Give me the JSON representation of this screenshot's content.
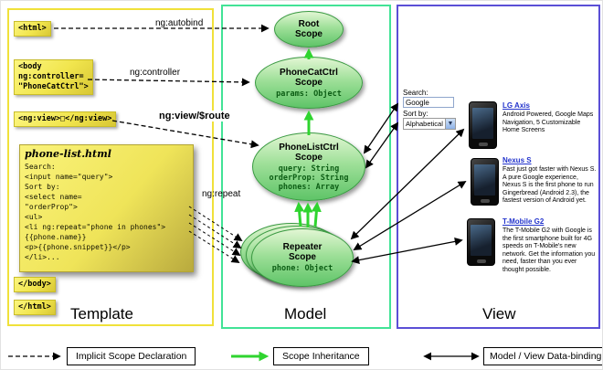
{
  "template_panel": {
    "label": "Template",
    "html_open": "<html>",
    "body_open": "<body\nng:controller=\n\"PhoneCatCtrl\">",
    "ng_view": "<ng:view>□</ng:view>",
    "body_close": "</body>",
    "html_close": "</html>",
    "note": {
      "title": "phone-list.html",
      "code_lines": [
        "Search:",
        "<input name=\"query\">",
        "Sort by:",
        "<select name=",
        "\"orderProp\">",
        "<ul>",
        "<li ng:repeat=\"phone in phones\">",
        "{{phone.name}}",
        "<p>{{phone.snippet}}</p>",
        "</li>..."
      ]
    }
  },
  "model_panel": {
    "label": "Model",
    "scopes": [
      {
        "title": "Root\nScope",
        "props": []
      },
      {
        "title": "PhoneCatCtrl\nScope",
        "props": [
          "params: Object"
        ]
      },
      {
        "title": "PhoneListCtrl\nScope",
        "props": [
          "query: String",
          "orderProp: String",
          "phones: Array"
        ]
      },
      {
        "title": "Repeater\nScope",
        "props": [
          "phone: Object"
        ]
      }
    ]
  },
  "view_panel": {
    "label": "View",
    "search_label": "Search:",
    "search_value": "Google",
    "sort_label": "Sort by:",
    "sort_value": "Alphabetical",
    "phones": [
      {
        "name": "LG Axis",
        "description": "Android Powered, Google Maps Navigation, 5 Customizable Home Screens"
      },
      {
        "name": "Nexus S",
        "description": "Fast just got faster with Nexus S. A pure Google experience, Nexus S is the first phone to run Gingerbread (Android 2.3), the fastest version of Android yet."
      },
      {
        "name": "T-Mobile G2",
        "description": "The T-Mobile G2 with Google is the first smartphone built for 4G speeds on T-Mobile's new network. Get the information you need, faster than you ever thought possible."
      }
    ]
  },
  "arrow_labels": {
    "ng_autobind": "ng:autobind",
    "ng_controller": "ng:controller",
    "ng_view_route": "ng:view/$route",
    "ng_repeat": "ng:repeat"
  },
  "legend": {
    "items": [
      {
        "label": "Implicit Scope Declaration"
      },
      {
        "label": "Scope Inheritance"
      },
      {
        "label": "Model / View Data-binding"
      }
    ]
  },
  "colors": {
    "template_border": "#f0e13a",
    "model_border": "#42e396",
    "view_border": "#5b4fd6",
    "inheritance_green": "#2fd42f",
    "link_blue": "#2233cc"
  }
}
